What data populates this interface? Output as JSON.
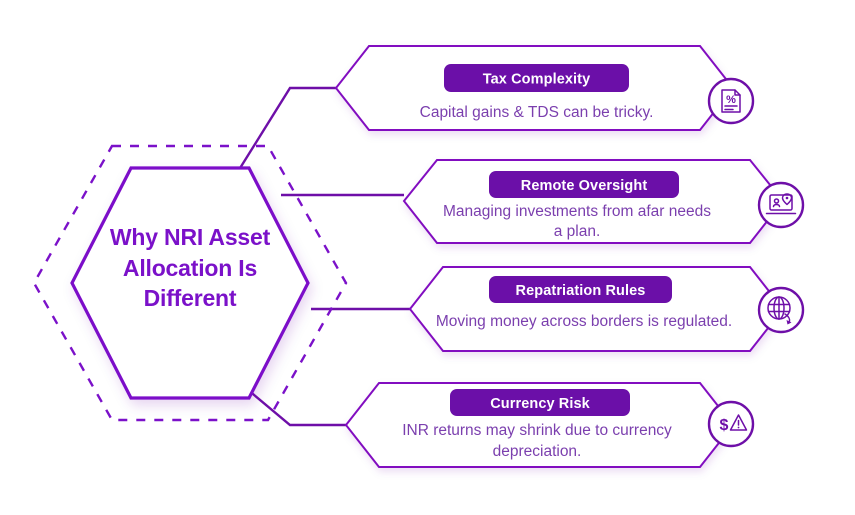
{
  "center": {
    "title_lines": [
      "Why NRI Asset",
      "Allocation Is",
      "Different"
    ],
    "title_color": "#7B11C9",
    "outline_color": "#7B11C9"
  },
  "theme": {
    "badge_bg": "#6B0FA8",
    "badge_text": "#FFFFFF",
    "body_text": "#7B3FAE",
    "card_border": "#8211C0",
    "connector": "#6E0FA8",
    "background": "#FFFFFF"
  },
  "cards": [
    {
      "badge": "Tax Complexity",
      "body_lines": [
        "Capital gains & TDS can be tricky."
      ],
      "icon": "tax-document-percent-icon"
    },
    {
      "badge": "Remote Oversight",
      "body_lines": [
        "Managing investments from afar needs",
        "a plan."
      ],
      "icon": "laptop-location-pin-icon"
    },
    {
      "badge": "Repatriation Rules",
      "body_lines": [
        "Moving money across borders is regulated."
      ],
      "icon": "globe-arrow-icon"
    },
    {
      "badge": "Currency Risk",
      "body_lines": [
        "INR returns may shrink due to currency",
        "depreciation."
      ],
      "icon": "dollar-warning-icon"
    }
  ]
}
